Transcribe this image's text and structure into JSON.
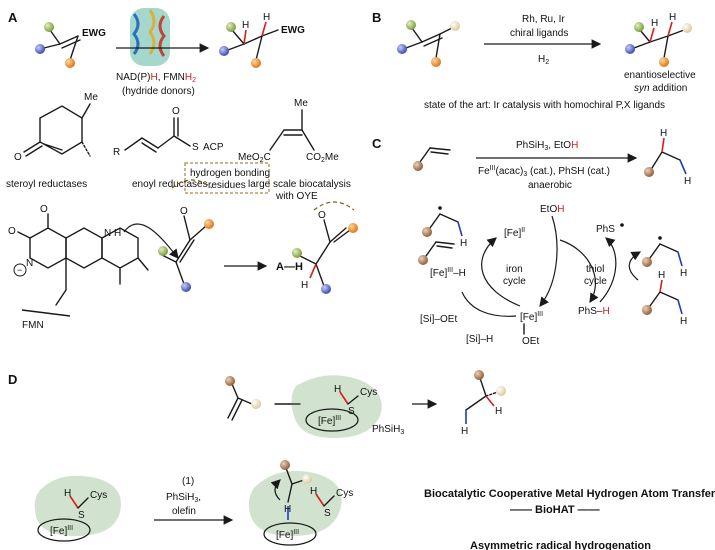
{
  "panel_labels": {
    "a": "A",
    "b": "B",
    "c": "C",
    "d": "D"
  },
  "colors": {
    "green_ball": "#8fae4a",
    "blue_ball": "#5b67c9",
    "orange_ball": "#f0902a",
    "brown_ball": "#a8744a",
    "beige_ball": "#e8dcb0",
    "hydrogen_red": "#d0201c",
    "hydrogen_blue": "#1f3fb5",
    "hbond_box": "#9a6a1c"
  },
  "panel_a": {
    "ewg": "EWG",
    "cofactor_prefix": "NAD(P)",
    "cofactor_h": "H",
    "cofactor_mid": ", FMN",
    "cofactor_h2": "H",
    "cofactor_sub": "2",
    "hydride": "(hydride donors)",
    "h_label": "H",
    "me_label": "Me",
    "acp": "ACP",
    "r_label": "R",
    "s_label": "S",
    "o_label": "O",
    "meo2c": "MeO",
    "meo2c_sub": "2",
    "meo2c_c": "C",
    "co2me": "CO",
    "co2me_sub": "2",
    "co2me_me": "Me",
    "steroyl": "steroyl reductases",
    "enoyl": "enoyl reductases",
    "large_scale_1": "large scale biocatalysis",
    "large_scale_2": "with OYE",
    "hbond_1": "hydrogen bonding",
    "hbond_2": "residues",
    "a_h": "A—H",
    "n_label": "N",
    "fmn": "FMN"
  },
  "panel_b": {
    "catalysts": "Rh, Ru, Ir",
    "ligands": "chiral ligands",
    "h2": "H",
    "h2_sub": "2",
    "h_label": "H",
    "enantio": "enantioselective",
    "syn_italic": "syn",
    "addition": " addition",
    "state_of_art": "state of the art: Ir catalysis with homochiral P,X ligands"
  },
  "panel_c": {
    "reagent_1_pre": "PhSiH",
    "reagent_1_sub": "3",
    "reagent_1_mid": ", EtO",
    "reagent_1_h": "H",
    "reagent_2_pre": "Fe",
    "reagent_2_sup": "III",
    "reagent_2_post": "(acac)",
    "reagent_2_sub": "3",
    "reagent_2_end": " (cat.), PhSH (cat.)",
    "anaerobic": "anaerobic",
    "etoh_pre": "EtO",
    "etoh_h": "H",
    "fe_ii": "[Fe]",
    "fe_ii_sup": "II",
    "fe_iii_h": "[Fe]",
    "fe_iii_h_sup": "III",
    "fe_iii_h_post": "–H",
    "iron_cycle_1": "iron",
    "iron_cycle_2": "cycle",
    "thiol_cycle_1": "thiol",
    "thiol_cycle_2": "cycle",
    "phs_radical": "PhS",
    "si_oet": "[Si]–OEt",
    "si_h": "[Si]–H",
    "fe_iii": "[Fe]",
    "fe_iii_sup": "III",
    "oet": "OEt",
    "phs_h_pre": "PhS–",
    "phs_h_h": "H",
    "h_label": "H"
  },
  "panel_d": {
    "fe_iii": "[Fe]",
    "fe_iii_sup": "III",
    "h_label": "H",
    "s_label": "S",
    "cys": "Cys",
    "phsih3": "PhSiH",
    "phsih3_sub": "3",
    "step_1": "(1)",
    "olefin": "olefin",
    "biohat_title": "Biocatalytic Cooperative Metal Hydrogen Atom Transfer",
    "biohat_short": "—— BioHAT ——",
    "asym": "Asymmetric radical hydrogenation"
  }
}
